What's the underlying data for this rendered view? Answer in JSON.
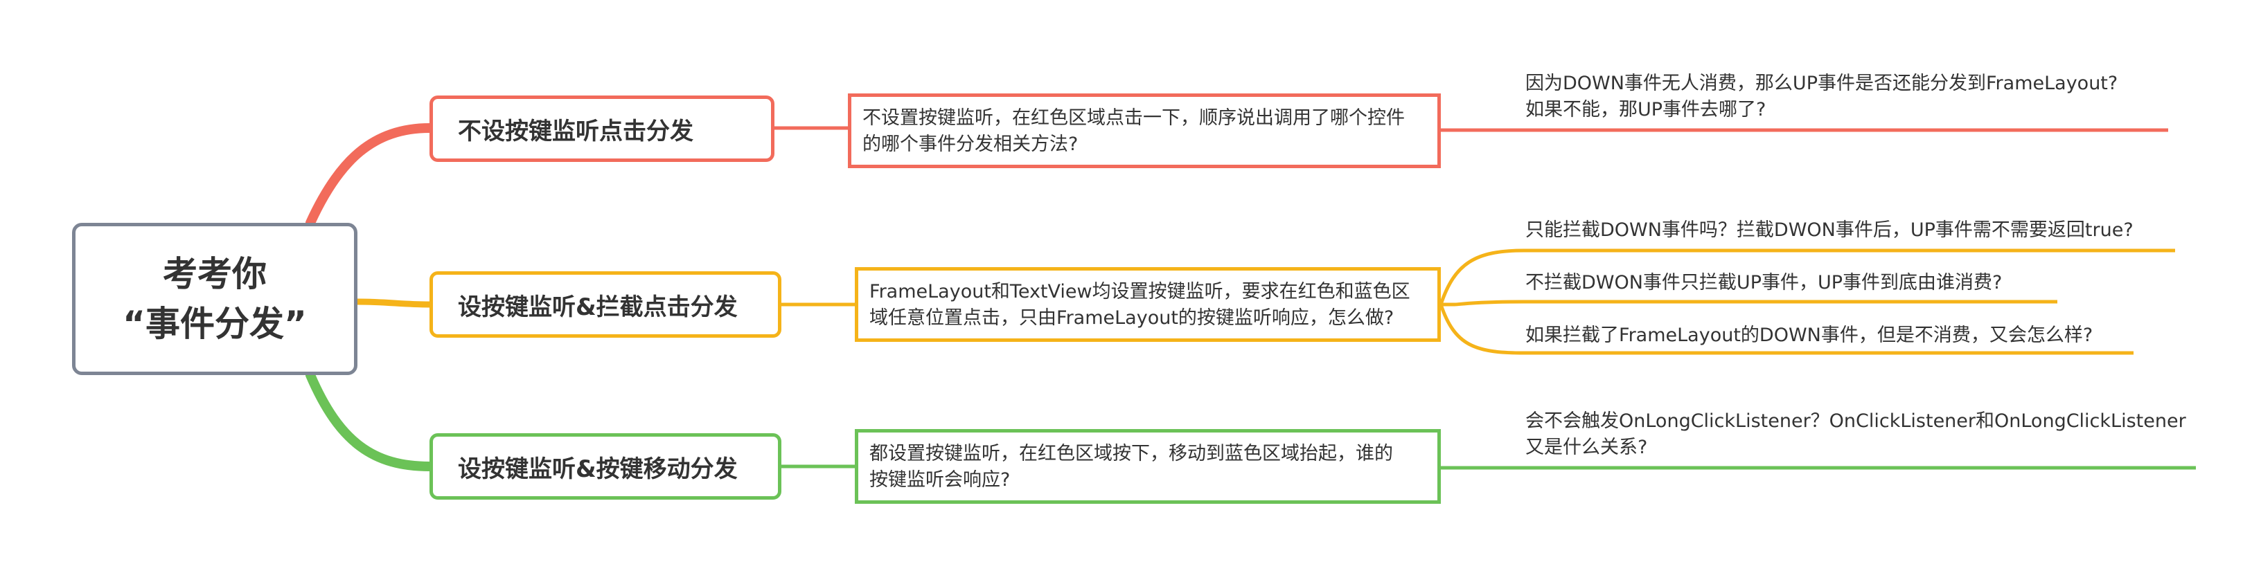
{
  "colors": {
    "red": "#f26b5b",
    "orange": "#f5b319",
    "green": "#6bc257",
    "root_border": "#7d8594"
  },
  "root": {
    "line1": "考考你",
    "line2": "“事件分发”"
  },
  "branches": [
    {
      "title": "不设按键监听点击分发",
      "question": [
        "不设置按键监听，在红色区域点击一下，顺序说出调用了哪个控件",
        "的哪个事件分发相关方法?"
      ],
      "leaves": [
        [
          "因为DOWN事件无人消费，那么UP事件是否还能分发到FrameLayout?",
          "如果不能，那UP事件去哪了?"
        ]
      ]
    },
    {
      "title": "设按键监听&拦截点击分发",
      "question": [
        "FrameLayout和TextView均设置按键监听，要求在红色和蓝色区",
        "域任意位置点击，只由FrameLayout的按键监听响应，怎么做?"
      ],
      "leaves": [
        [
          "只能拦截DOWN事件吗？拦截DWON事件后，UP事件需不需要返回true?"
        ],
        [
          "不拦截DWON事件只拦截UP事件，UP事件到底由谁消费?"
        ],
        [
          "如果拦截了FrameLayout的DOWN事件，但是不消费，又会怎么样?"
        ]
      ]
    },
    {
      "title": "设按键监听&按键移动分发",
      "question": [
        "都设置按键监听，在红色区域按下，移动到蓝色区域抬起，谁的",
        "按键监听会响应?"
      ],
      "leaves": [
        [
          "会不会触发OnLongClickListener？OnClickListener和OnLongClickListener",
          "又是什么关系?"
        ]
      ]
    }
  ]
}
